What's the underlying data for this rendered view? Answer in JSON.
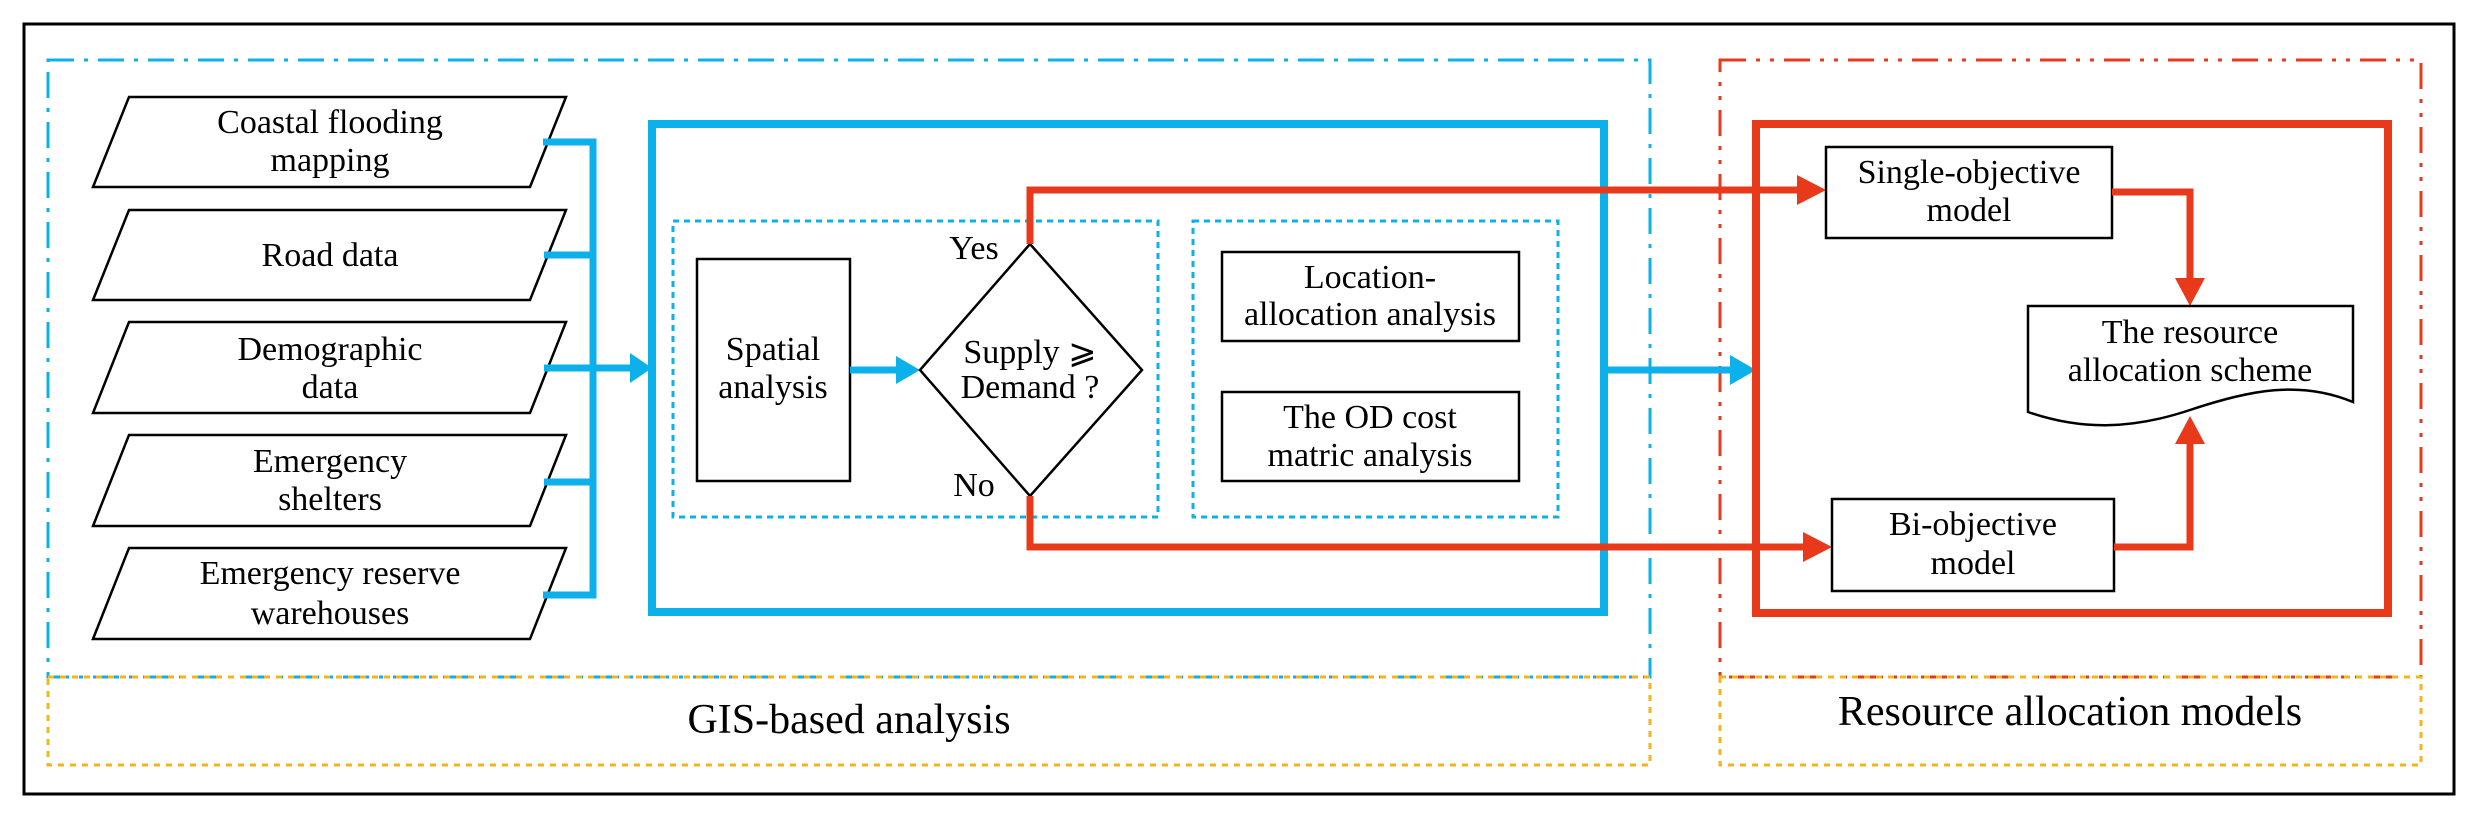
{
  "inputs": [
    [
      "Coastal flooding",
      "mapping"
    ],
    [
      "Road data"
    ],
    [
      "Demographic",
      "data"
    ],
    [
      "Emergency",
      "shelters"
    ],
    [
      "Emergency reserve",
      "warehouses"
    ]
  ],
  "spatial_analysis": [
    "Spatial",
    "analysis"
  ],
  "decision": {
    "line1": "Supply ⩾",
    "line2": "Demand ?",
    "yes": "Yes",
    "no": "No"
  },
  "network_tools": {
    "location_allocation": [
      "Location-",
      "allocation analysis"
    ],
    "od_cost": [
      "The OD cost",
      "matric analysis"
    ]
  },
  "models": {
    "single": [
      "Single-objective",
      "model"
    ],
    "bi": [
      "Bi-objective",
      "model"
    ],
    "scheme": [
      "The resource",
      "allocation scheme"
    ]
  },
  "sections": {
    "gis": "GIS-based analysis",
    "resource": "Resource allocation models"
  },
  "colors": {
    "blue": "#0cb0ea",
    "red": "#e8391b",
    "orange": "#f5b419",
    "black": "#000000"
  }
}
